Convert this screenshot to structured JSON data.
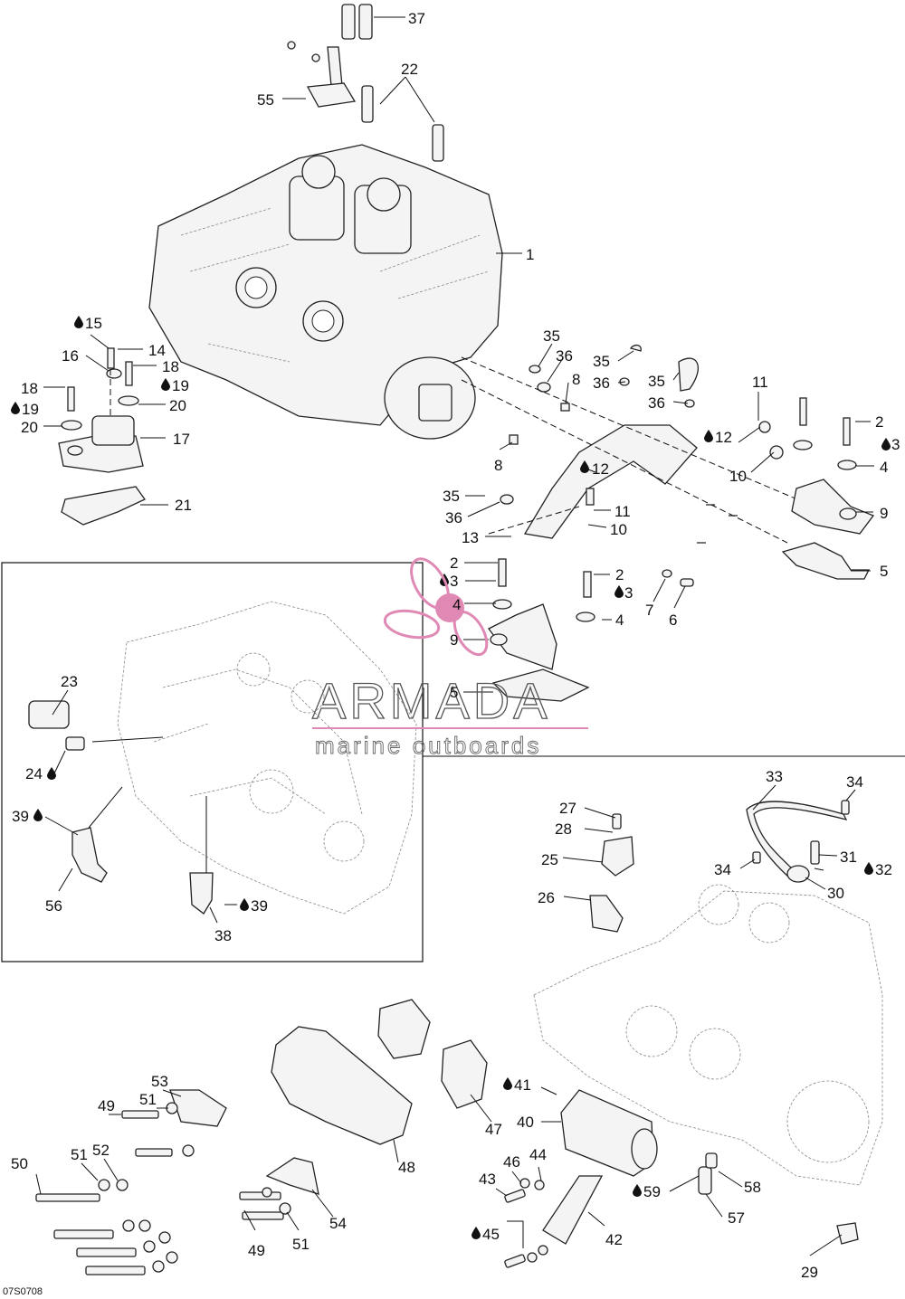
{
  "diagram": {
    "code": "07S0708",
    "watermark": {
      "title": "ARMADA",
      "subtitle": "marine outboards",
      "accent": "#e089b5"
    },
    "callouts": [
      {
        "id": "c37",
        "label": "37"
      },
      {
        "id": "c22",
        "label": "22"
      },
      {
        "id": "c55",
        "label": "55"
      },
      {
        "id": "c1",
        "label": "1"
      },
      {
        "id": "c15",
        "label": "15"
      },
      {
        "id": "c14",
        "label": "14"
      },
      {
        "id": "c16",
        "label": "16"
      },
      {
        "id": "c18a",
        "label": "18"
      },
      {
        "id": "c19a",
        "label": "19"
      },
      {
        "id": "c18b",
        "label": "18"
      },
      {
        "id": "c19b",
        "label": "19"
      },
      {
        "id": "c20a",
        "label": "20"
      },
      {
        "id": "c20b",
        "label": "20"
      },
      {
        "id": "c17",
        "label": "17"
      },
      {
        "id": "c21",
        "label": "21"
      },
      {
        "id": "c35a",
        "label": "35"
      },
      {
        "id": "c36a",
        "label": "36"
      },
      {
        "id": "c8a",
        "label": "8"
      },
      {
        "id": "c35b",
        "label": "35"
      },
      {
        "id": "c36b",
        "label": "36"
      },
      {
        "id": "c35c",
        "label": "35"
      },
      {
        "id": "c36c",
        "label": "36"
      },
      {
        "id": "c8b",
        "label": "8"
      },
      {
        "id": "c12a",
        "label": "12"
      },
      {
        "id": "c35d",
        "label": "35"
      },
      {
        "id": "c36d",
        "label": "36"
      },
      {
        "id": "c11a",
        "label": "11"
      },
      {
        "id": "c10a",
        "label": "10"
      },
      {
        "id": "c13",
        "label": "13"
      },
      {
        "id": "c11b",
        "label": "11"
      },
      {
        "id": "c12b",
        "label": "12"
      },
      {
        "id": "c10b",
        "label": "10"
      },
      {
        "id": "c2a",
        "label": "2"
      },
      {
        "id": "c3a",
        "label": "3"
      },
      {
        "id": "c4a",
        "label": "4"
      },
      {
        "id": "c9a",
        "label": "9"
      },
      {
        "id": "c5a",
        "label": "5"
      },
      {
        "id": "c2b",
        "label": "2"
      },
      {
        "id": "c3b",
        "label": "3"
      },
      {
        "id": "c4b",
        "label": "4"
      },
      {
        "id": "c9b",
        "label": "9"
      },
      {
        "id": "c5b",
        "label": "5"
      },
      {
        "id": "c2c",
        "label": "2"
      },
      {
        "id": "c3c",
        "label": "3"
      },
      {
        "id": "c4c",
        "label": "4"
      },
      {
        "id": "c7",
        "label": "7"
      },
      {
        "id": "c6",
        "label": "6"
      },
      {
        "id": "c23",
        "label": "23"
      },
      {
        "id": "c24",
        "label": "24"
      },
      {
        "id": "c39a",
        "label": "39"
      },
      {
        "id": "c56",
        "label": "56"
      },
      {
        "id": "c38",
        "label": "38"
      },
      {
        "id": "c39b",
        "label": "39"
      },
      {
        "id": "c33",
        "label": "33"
      },
      {
        "id": "c34a",
        "label": "34"
      },
      {
        "id": "c27",
        "label": "27"
      },
      {
        "id": "c28",
        "label": "28"
      },
      {
        "id": "c25",
        "label": "25"
      },
      {
        "id": "c26",
        "label": "26"
      },
      {
        "id": "c31",
        "label": "31"
      },
      {
        "id": "c32",
        "label": "32"
      },
      {
        "id": "c34b",
        "label": "34"
      },
      {
        "id": "c30",
        "label": "30"
      },
      {
        "id": "c53",
        "label": "53"
      },
      {
        "id": "c49a",
        "label": "49"
      },
      {
        "id": "c51a",
        "label": "51"
      },
      {
        "id": "c50",
        "label": "50"
      },
      {
        "id": "c51b",
        "label": "51"
      },
      {
        "id": "c52",
        "label": "52"
      },
      {
        "id": "c48",
        "label": "48"
      },
      {
        "id": "c47",
        "label": "47"
      },
      {
        "id": "c54",
        "label": "54"
      },
      {
        "id": "c49b",
        "label": "49"
      },
      {
        "id": "c51c",
        "label": "51"
      },
      {
        "id": "c41",
        "label": "41"
      },
      {
        "id": "c40",
        "label": "40"
      },
      {
        "id": "c46",
        "label": "46"
      },
      {
        "id": "c44",
        "label": "44"
      },
      {
        "id": "c43",
        "label": "43"
      },
      {
        "id": "c45",
        "label": "45"
      },
      {
        "id": "c42",
        "label": "42"
      },
      {
        "id": "c59",
        "label": "59"
      },
      {
        "id": "c58",
        "label": "58"
      },
      {
        "id": "c57",
        "label": "57"
      },
      {
        "id": "c29",
        "label": "29"
      }
    ]
  }
}
